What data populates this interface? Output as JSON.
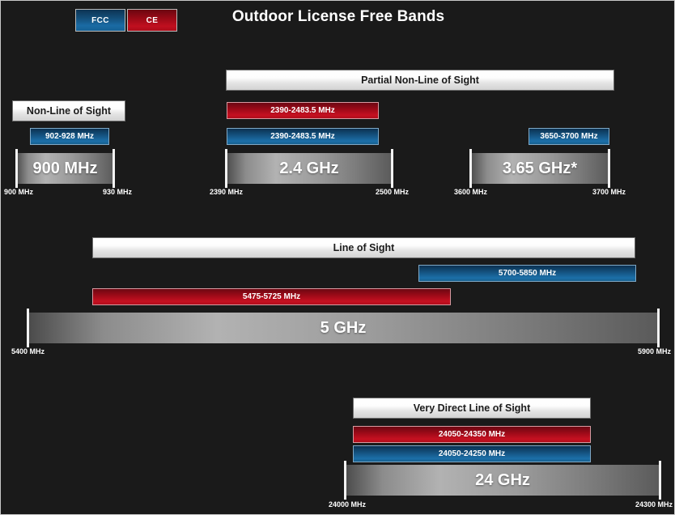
{
  "title": "Outdoor License Free Bands",
  "legend": [
    {
      "id": "fcc",
      "label": "FCC",
      "color": "#14527f"
    },
    {
      "id": "ce",
      "label": "CE",
      "color": "#c00f1f"
    }
  ],
  "chart_data": {
    "type": "bar",
    "title": "Outdoor License Free Bands",
    "xlabel": "",
    "ylabel": "",
    "legend": [
      "FCC",
      "CE"
    ],
    "groups": [
      {
        "name": "900 MHz",
        "header": "Non-Line of Sight",
        "spectrum_label": "900 MHz",
        "axis_min": "900 MHz",
        "axis_max": "930 MHz",
        "xlim": [
          900,
          930
        ],
        "bands": [
          {
            "regulator": "FCC",
            "label": "902-928 MHz",
            "start": 902,
            "end": 928
          }
        ]
      },
      {
        "name": "2.4 GHz",
        "header": "Partial Non-Line of Sight",
        "spectrum_label": "2.4 GHz",
        "axis_min": "2390 MHz",
        "axis_max": "2500 MHz",
        "xlim": [
          2390,
          2500
        ],
        "bands": [
          {
            "regulator": "CE",
            "label": "2390-2483.5 MHz",
            "start": 2390,
            "end": 2483.5
          },
          {
            "regulator": "FCC",
            "label": "2390-2483.5 MHz",
            "start": 2390,
            "end": 2483.5
          }
        ]
      },
      {
        "name": "3.65 GHz",
        "header": "",
        "spectrum_label": "3.65 GHz*",
        "axis_min": "3600 MHz",
        "axis_max": "3700 MHz",
        "xlim": [
          3600,
          3700
        ],
        "bands": [
          {
            "regulator": "FCC",
            "label": "3650-3700 MHz",
            "start": 3650,
            "end": 3700
          }
        ]
      },
      {
        "name": "5 GHz",
        "header": "Line of Sight",
        "spectrum_label": "5 GHz",
        "axis_min": "5400 MHz",
        "axis_max": "5900 MHz",
        "xlim": [
          5400,
          5900
        ],
        "bands": [
          {
            "regulator": "FCC",
            "label": "5700-5850 MHz",
            "start": 5700,
            "end": 5850
          },
          {
            "regulator": "CE",
            "label": "5475-5725 MHz",
            "start": 5475,
            "end": 5725
          }
        ]
      },
      {
        "name": "24 GHz",
        "header": "Very Direct Line of Sight",
        "spectrum_label": "24 GHz",
        "axis_min": "24000 MHz",
        "axis_max": "24300 MHz",
        "xlim": [
          24000,
          24300
        ],
        "bands": [
          {
            "regulator": "CE",
            "label": "24050-24350 MHz",
            "start": 24050,
            "end": 24350
          },
          {
            "regulator": "FCC",
            "label": "24050-24250 MHz",
            "start": 24050,
            "end": 24250
          }
        ]
      }
    ]
  }
}
